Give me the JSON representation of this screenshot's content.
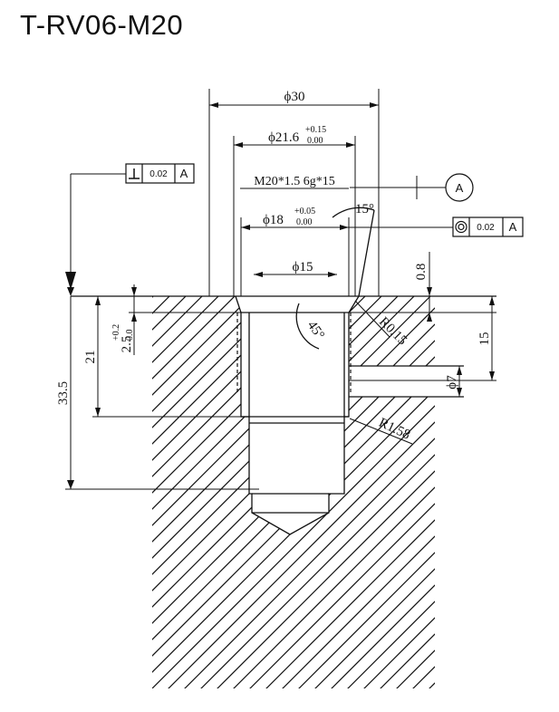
{
  "title": "T-RV06-M20",
  "dims": {
    "phi30": "ϕ30",
    "phi21_6": "ϕ21.6",
    "phi21_6_upper": "+0.15",
    "phi21_6_lower": "0.00",
    "thread": "M20*1.5 6g*15",
    "phi18": "ϕ18",
    "phi18_upper": "+0.05",
    "phi18_lower": "0.00",
    "phi15": "ϕ15",
    "phi7": "ϕ7",
    "angle15": "15°",
    "angle45": "45°",
    "r015": "R0.15",
    "r158": "R1.58",
    "d08": "0.8",
    "d15": "15",
    "d21": "21",
    "d33_5": "33.5",
    "d2_5": "2.5",
    "d2_5_upper": "+0.2",
    "d2_5_lower": "0.0"
  },
  "datum": {
    "label": "A"
  },
  "fcf_perp": {
    "icon": "perpendicularity-icon",
    "value": "0.02",
    "datum": "A"
  },
  "fcf_conc": {
    "icon": "concentricity-icon",
    "value": "0.02",
    "datum": "A"
  }
}
